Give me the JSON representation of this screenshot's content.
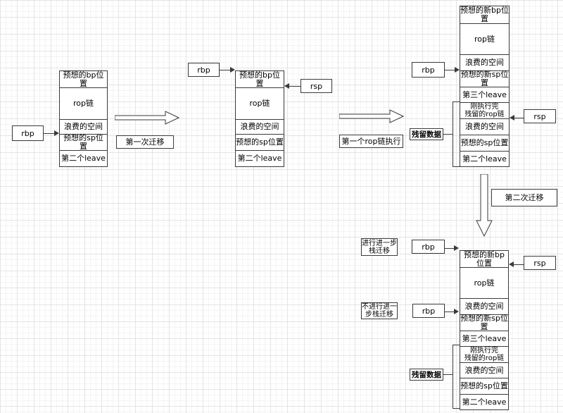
{
  "stacks": {
    "s1": {
      "cells": [
        "预想的bp位置",
        "rop链",
        "浪费的空间",
        "预想的sp位置",
        "第二个leave"
      ]
    },
    "s2": {
      "cells": [
        "预想的bp位置",
        "rop链",
        "浪费的空间",
        "预想的sp位置",
        "第二个leave"
      ]
    },
    "s3": {
      "cells": [
        "预想的新bp位置",
        "rop链",
        "浪费的空间",
        "预想的新sp位置",
        "第三个leave",
        "刚执行完\n残留的rop链",
        "浪费的空间",
        "预想的sp位置",
        "第二个leave"
      ]
    },
    "s4": {
      "cells": [
        "预想的新bp位置",
        "rop链",
        "浪费的空间",
        "预想的新sp位置",
        "第三个leave",
        "刚执行完\n残留的rop链",
        "浪费的空间",
        "预想的sp位置",
        "第二个leave"
      ]
    }
  },
  "registers": {
    "rbp": "rbp",
    "rsp": "rsp"
  },
  "labels": {
    "first_migration": "第一次迁移",
    "first_rop_exec": "第一个rop链执行",
    "second_migration": "第二次迁移",
    "further_migration": "进行进一步\n栈迁移",
    "no_further_migration": "不进行进一\n步栈迁移",
    "residual_data": "残留数据"
  },
  "colors": {
    "stroke": "#3a3a3a",
    "background": "#ffffff",
    "grid_minor": "#f4f4f4",
    "grid_major": "#e4e4e4",
    "text": "#000000"
  }
}
